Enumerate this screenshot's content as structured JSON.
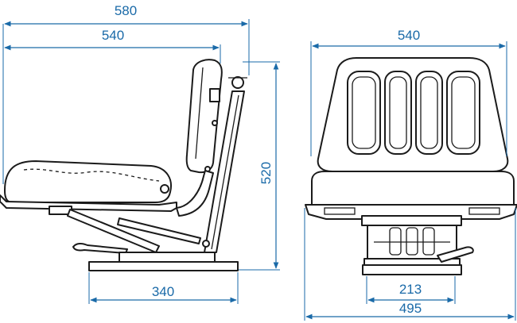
{
  "colors": {
    "dimension": "#1a6aa8",
    "outline": "#1b1b1b",
    "background": "#ffffff"
  },
  "side_view": {
    "overall_length": "580",
    "seat_depth": "540",
    "overall_height": "520",
    "base_length": "340"
  },
  "front_view": {
    "backrest_width": "540",
    "base_width": "213",
    "overall_width": "495"
  }
}
